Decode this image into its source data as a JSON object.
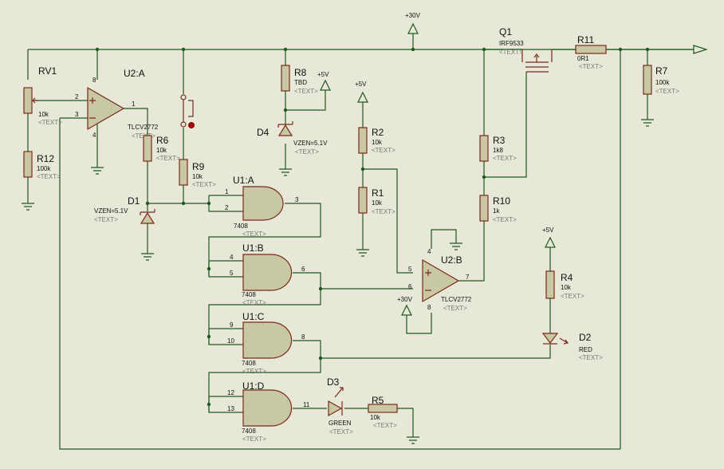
{
  "power_labels": {
    "p30_top": "+30V",
    "p30_u2b": "+30V",
    "p5_r8": "+5V",
    "p5_r2": "+5V",
    "p5_r4": "+5V"
  },
  "refs": {
    "RV1": "RV1",
    "R12": "R12",
    "U2A": "U2:A",
    "R6": "R6",
    "R9": "R9",
    "D1": "D1",
    "R8": "R8",
    "D4": "D4",
    "U1A": "U1:A",
    "U1B": "U1:B",
    "U1C": "U1:C",
    "U1D": "U1:D",
    "R2": "R2",
    "R1": "R1",
    "U2B": "U2:B",
    "R3": "R3",
    "R10": "R10",
    "Q1": "Q1",
    "R11": "R11",
    "R7": "R7",
    "R4": "R4",
    "D2": "D2",
    "D3": "D3",
    "R5": "R5"
  },
  "values": {
    "RV1": "10k",
    "R12": "100k",
    "U2A": "TLCV2772",
    "R6": "10k",
    "R9": "10k",
    "D1": "VZEN=5.1V",
    "R8": "TBD",
    "D4": "VZEN=5.1V",
    "U1A": "7408",
    "U1B": "7408",
    "U1C": "7408",
    "U1D": "7408",
    "R2": "10k",
    "R1": "10k",
    "U2B": "TLCV2772",
    "R3": "1k8",
    "R10": "1k",
    "Q1": "IRF9533",
    "R11": "0R1",
    "R7": "100k",
    "R4": "10k",
    "D2": "RED",
    "D3": "GREEN",
    "R5": "10k"
  },
  "text_placeholder": "<TEXT>",
  "pins": {
    "u2a_2": "2",
    "u2a_3": "3",
    "u2a_1": "1",
    "u2a_8": "8",
    "u2a_4": "4",
    "u1a_1": "1",
    "u1a_2": "2",
    "u1a_3": "3",
    "u1b_4": "4",
    "u1b_5": "5",
    "u1b_6": "6",
    "u1c_9": "9",
    "u1c_10": "10",
    "u1c_8": "8",
    "u1d_12": "12",
    "u1d_13": "13",
    "u1d_11": "11",
    "u2b_5": "5",
    "u2b_6": "6",
    "u2b_7": "7",
    "u2b_4": "4",
    "u2b_8": "8"
  },
  "colors": {
    "background": "#e8e8d8",
    "wire": "#1e5a1e",
    "component": "#7a2a1a",
    "body": "#c8c8a4"
  }
}
